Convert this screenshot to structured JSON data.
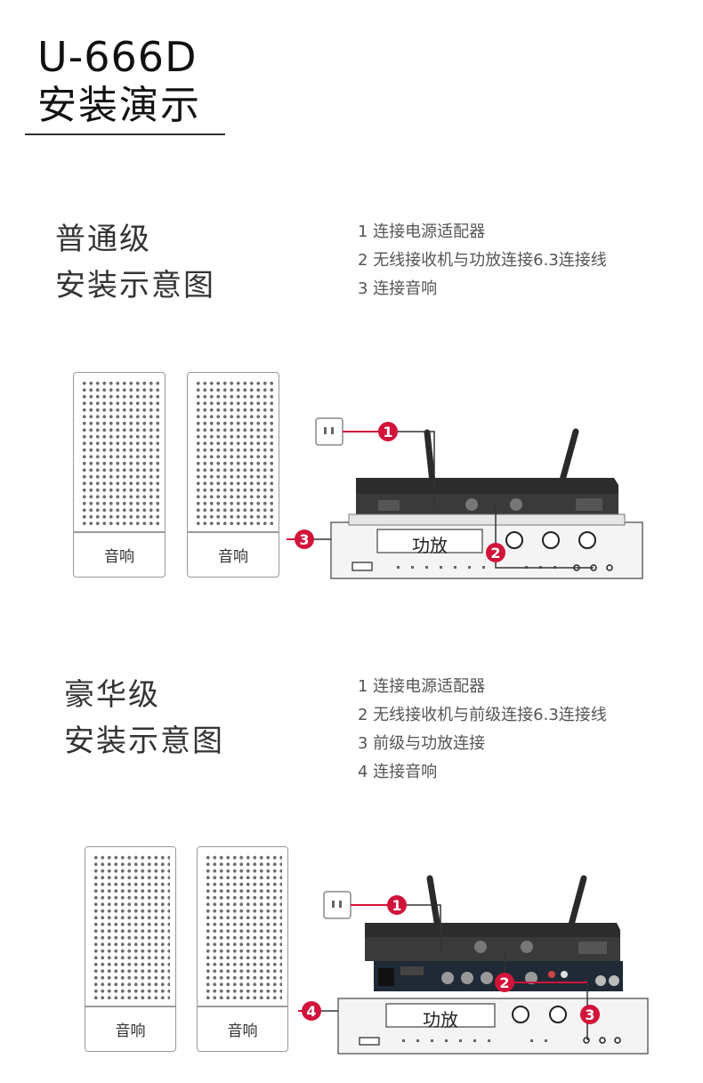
{
  "header": {
    "model": "U-666D",
    "subtitle": "安装演示"
  },
  "basic": {
    "title_line1": "普通级",
    "title_line2": "安装示意图",
    "steps": [
      "1  连接电源适配器",
      "2 无线接收机与功放连接6.3连接线",
      "3 连接音响"
    ],
    "speaker_label": "音响",
    "amp_label": "功放",
    "markers": [
      "1",
      "2",
      "3"
    ]
  },
  "deluxe": {
    "title_line1": "豪华级",
    "title_line2": "安装示意图",
    "steps": [
      "1  连接电源适配器",
      "2 无线接收机与前级连接6.3连接线",
      "3 前级与功放连接",
      "4 连接音响"
    ],
    "speaker_label": "音响",
    "amp_label": "功放",
    "markers": [
      "1",
      "2",
      "3",
      "4"
    ]
  },
  "colors": {
    "marker": "#d2143a",
    "line": "#333333",
    "device_dark": "#2b2b2b"
  },
  "icons": [
    "power-outlet-icon",
    "antenna-icon"
  ]
}
